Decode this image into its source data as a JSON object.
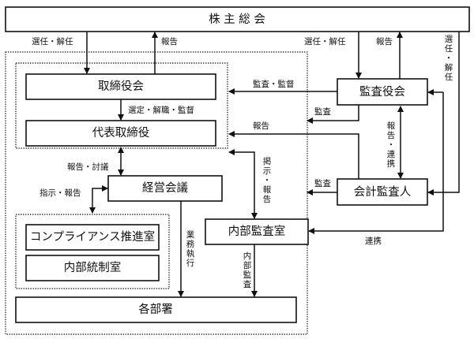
{
  "diagram": {
    "title_box": "株 主 総 会",
    "boxes": {
      "board": "取締役会",
      "representative_director": "代表取締役",
      "management_meeting": "経営会議",
      "compliance_office": "コンプライアンス推進室",
      "internal_control_office": "内部統制室",
      "internal_audit_office": "内部監査室",
      "departments": "各部署",
      "audit_board": "監査役会",
      "accounting_auditor": "会計監査人"
    },
    "labels": {
      "appoint_dismiss_left": "選任・解任",
      "report_left": "報告",
      "appoint_dismiss_right": "選任・解任",
      "report_right": "報告",
      "appoint_dismiss_vertical": "選任・解任",
      "select_dismiss_supervise": "選定・解職・監督",
      "audit_supervise": "監査・監督",
      "audit_1": "監査",
      "report_mid": "報告",
      "report_cooperate": "報告・連携",
      "report_discuss": "報告・討議",
      "instruct_report": "指示・報告",
      "post_report": "掲示・報告",
      "audit_2": "監査",
      "business_execution": "業務執行",
      "internal_audit": "内部監査",
      "cooperate": "連携"
    }
  }
}
